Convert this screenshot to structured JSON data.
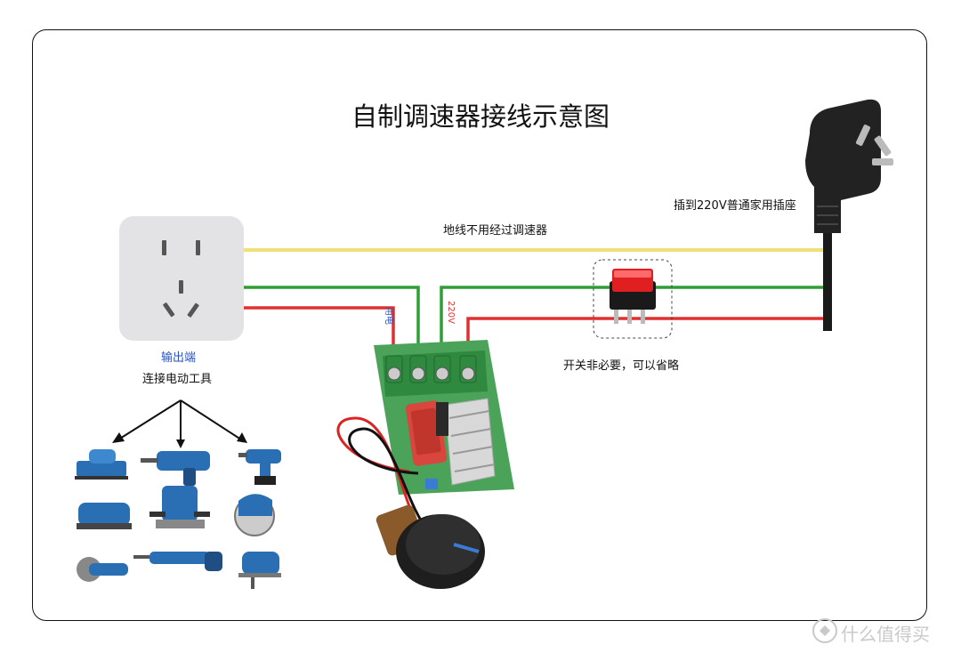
{
  "title": "自制调速器接线示意图",
  "labels": {
    "ground_note": "地线不用经过调速器",
    "plug_note": "插到220V普通家用插座",
    "switch_note": "开关非必要，可以省略",
    "output": "输出端",
    "output_sub": "连接电动工具",
    "terminal_load": "用电",
    "terminal_mains": "220V"
  },
  "wire_colors": {
    "ground": "#f0e07a",
    "green": "#2e9e35",
    "red": "#e03030"
  },
  "tools": [
    "planer-icon",
    "rotary-hammer-icon",
    "cordless-drill-icon",
    "sander-icon",
    "router-icon",
    "circular-saw-icon",
    "angle-grinder-icon",
    "reciprocating-saw-icon",
    "jigsaw-icon"
  ],
  "watermark": "什么值得买"
}
